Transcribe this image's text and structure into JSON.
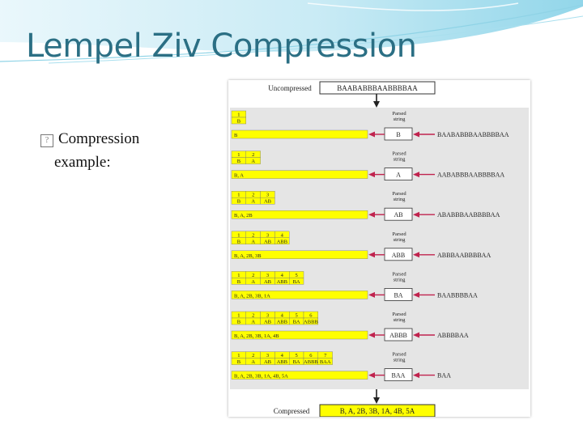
{
  "slide": {
    "title": "Lempel Ziv Compression",
    "bullet_line1": "Compression",
    "bullet_line2": "example:"
  },
  "colors": {
    "title": "#2b6f84",
    "highlight": "#ffff00",
    "figure_bg": "#e5e5e5"
  },
  "figure": {
    "uncompressed_label": "Uncompressed",
    "uncompressed_value": "BAABABBBAABBBBAA",
    "compressed_label": "Compressed",
    "compressed_value": "B, A, 2B, 3B, 1A, 4B, 5A",
    "parsed_label": "Parsed string",
    "steps": [
      {
        "indices": [
          "1"
        ],
        "entries": [
          "B"
        ],
        "output": "B",
        "parsed": "B",
        "remaining": "BAABABBBAABBBBAA"
      },
      {
        "indices": [
          "1",
          "2"
        ],
        "entries": [
          "B",
          "A"
        ],
        "output": "B, A",
        "parsed": "A",
        "remaining": "AABABBBAABBBBAA"
      },
      {
        "indices": [
          "1",
          "2",
          "3"
        ],
        "entries": [
          "B",
          "A",
          "AB"
        ],
        "output": "B, A, 2B",
        "parsed": "AB",
        "remaining": "ABABBBAABBBBAA"
      },
      {
        "indices": [
          "1",
          "2",
          "3",
          "4"
        ],
        "entries": [
          "B",
          "A",
          "AB",
          "ABB"
        ],
        "output": "B, A, 2B, 3B",
        "parsed": "ABB",
        "remaining": "ABBBAABBBBAA"
      },
      {
        "indices": [
          "1",
          "2",
          "3",
          "4",
          "5"
        ],
        "entries": [
          "B",
          "A",
          "AB",
          "ABB",
          "BA"
        ],
        "output": "B, A, 2B, 3B, 1A",
        "parsed": "BA",
        "remaining": "BAABBBBAA"
      },
      {
        "indices": [
          "1",
          "2",
          "3",
          "4",
          "5",
          "6"
        ],
        "entries": [
          "B",
          "A",
          "AB",
          "ABB",
          "BA",
          "ABBB"
        ],
        "output": "B, A, 2B, 3B, 1A, 4B",
        "parsed": "ABBB",
        "remaining": "ABBBBAA"
      },
      {
        "indices": [
          "1",
          "2",
          "3",
          "4",
          "5",
          "6",
          "7"
        ],
        "entries": [
          "B",
          "A",
          "AB",
          "ABB",
          "BA",
          "ABBB",
          "BAA"
        ],
        "output": "B, A, 2B, 3B, 1A, 4B, 5A",
        "parsed": "BAA",
        "remaining": "BAA"
      }
    ]
  }
}
